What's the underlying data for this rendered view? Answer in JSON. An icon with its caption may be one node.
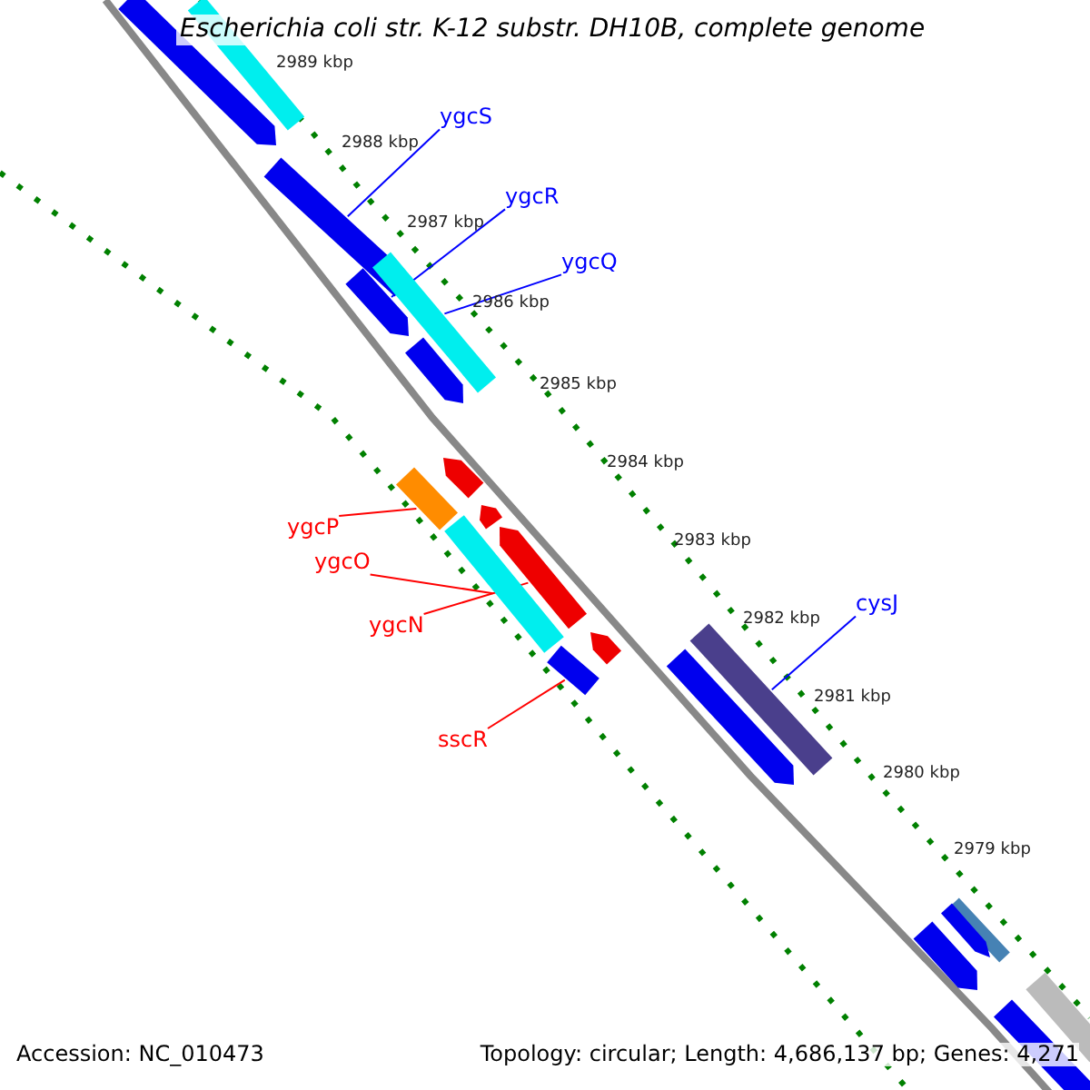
{
  "diagram": {
    "title": "Escherichia coli str. K-12 substr. DH10B, complete genome",
    "nodes": [
      {
        "text": [
          "ygcS"
        ]
      },
      {
        "text": [
          "ygcR"
        ]
      },
      {
        "text": [
          "ygcQ"
        ]
      },
      {
        "text": [
          "ygcP"
        ]
      },
      {
        "text": [
          "ygcO"
        ]
      },
      {
        "text": [
          "ygcN"
        ]
      },
      {
        "text": [
          "sscR"
        ]
      },
      {
        "text": [
          "cysJ"
        ]
      },
      {
        "text": [],
        "shape": "bar"
      },
      {
        "text": [],
        "shape": "bar"
      },
      {
        "text": [],
        "shape": "bar"
      },
      {
        "text": [],
        "shape": "bar"
      },
      {
        "text": [],
        "shape": "bar"
      },
      {
        "text": [],
        "shape": "bar"
      },
      {
        "text": [],
        "shape": "bar"
      },
      {
        "text": [],
        "shape": "bar"
      },
      {
        "text": [],
        "shape": "bar"
      },
      {
        "text": [],
        "shape": "bar"
      },
      {
        "text": [],
        "shape": "bar"
      },
      {
        "text": [],
        "shape": "bar"
      },
      {
        "text": [],
        "shape": "bar"
      },
      {
        "text": [],
        "shape": "bar"
      },
      {
        "text": [],
        "shape": "bar"
      },
      {
        "text": [],
        "shape": "bar"
      },
      {
        "text": [],
        "shape": "bar"
      },
      {
        "text": [],
        "shape": "bar"
      },
      {
        "text": [],
        "shape": "bar"
      },
      {
        "text": [],
        "shape": "bar"
      }
    ],
    "edges": [
      {
        "from": 0,
        "to": 8,
        "arrow": "none"
      },
      {
        "from": 1,
        "to": 9,
        "arrow": "none"
      },
      {
        "from": 2,
        "to": 10,
        "arrow": "none"
      },
      {
        "from": 3,
        "to": 11,
        "arrow": "none",
        "color": "#ff0000"
      },
      {
        "from": 4,
        "to": 12,
        "arrow": "none",
        "color": "#ff0000"
      },
      {
        "from": 5,
        "to": 13,
        "arrow": "none",
        "color": "#ff0000"
      },
      {
        "from": 6,
        "to": 14,
        "arrow": "none",
        "color": "#ff0000"
      },
      {
        "from": 7,
        "to": 15,
        "arrow": "none"
      }
    ],
    "labels": [
      "2989 kbp",
      "2988 kbp",
      "2987 kbp",
      "2986 kbp",
      "2985 kbp",
      "2984 kbp",
      "2983 kbp",
      "2982 kbp",
      "2981 kbp",
      "2980 kbp",
      "2979 kbp",
      "Accession: NC_010473",
      "Topology: circular; Length: 4,686,137 bp; Genes: 4,271"
    ]
  }
}
